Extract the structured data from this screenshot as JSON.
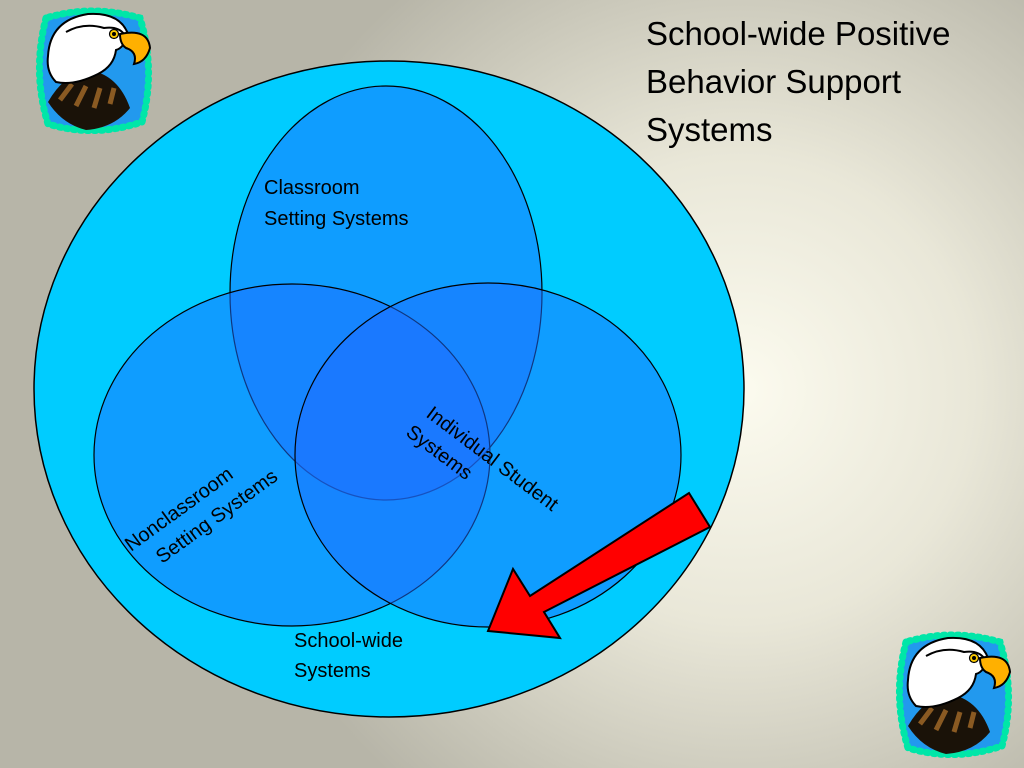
{
  "slide": {
    "title": "School-wide Positive\nBehavior Support\nSystems"
  },
  "diagram": {
    "outer_circle_label": [
      "School-wide",
      "Systems"
    ],
    "classroom_label": [
      "Classroom",
      "Setting Systems"
    ],
    "nonclassroom_label": [
      "Nonclassroom",
      "Setting Systems"
    ],
    "individual_label": [
      "Individual Student",
      "Systems"
    ]
  },
  "colors": {
    "outer_circle": "#00ccff",
    "inner_ellipse": "#1a8cff",
    "arrow": "#ff0000",
    "beaded_frame": "#00e6a8",
    "frame_background": "#2299ee"
  },
  "icons": [
    "eagle-head-icon",
    "eagle-head-icon"
  ]
}
